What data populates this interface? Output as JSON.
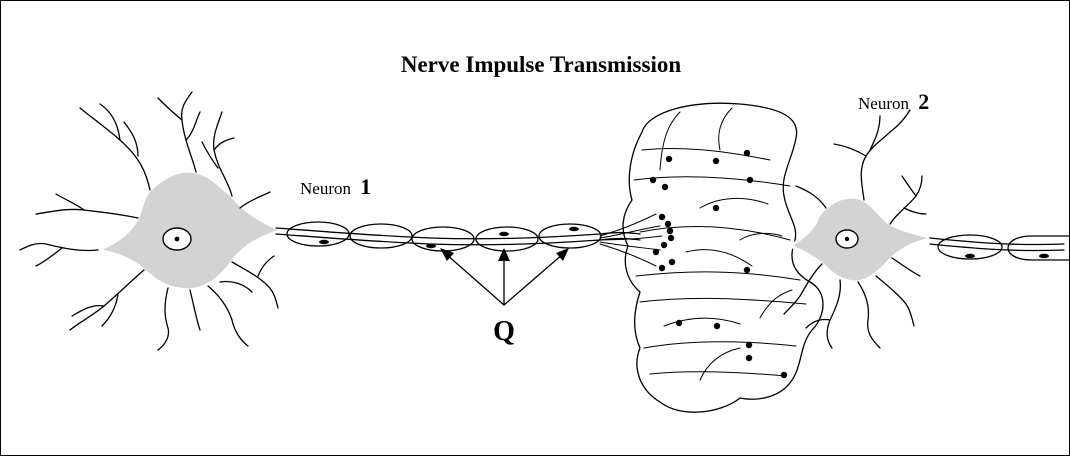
{
  "diagram": {
    "title": "Nerve Impulse Transmission",
    "labels": {
      "neuron1_word": "Neuron",
      "neuron1_num": "1",
      "neuron2_word": "Neuron",
      "neuron2_num": "2",
      "q": "Q"
    },
    "colors": {
      "cell_body_fill": "#d3d3d3",
      "stroke": "#000000",
      "background": "#ffffff"
    }
  }
}
